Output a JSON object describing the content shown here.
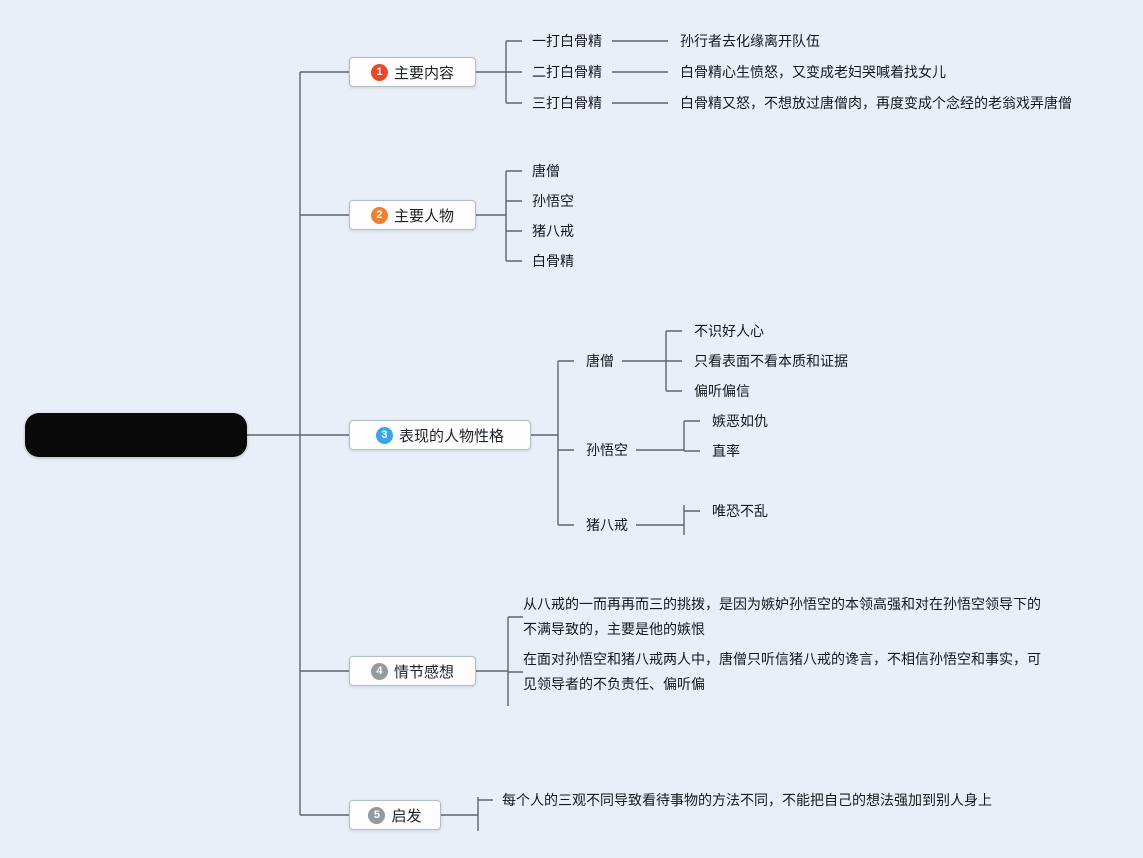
{
  "theme": {
    "background": "#e8eff8",
    "connector_color": "#5c666e",
    "node_background": "#fdfdfd",
    "node_border": "#b4bdc6"
  },
  "root": {
    "label": ""
  },
  "branches": [
    {
      "number": "1",
      "badge_color": "#e54b2a",
      "label": "主要内容",
      "children": [
        {
          "label": "一打白骨精",
          "children": [
            {
              "label": "孙行者去化缘离开队伍"
            }
          ]
        },
        {
          "label": "二打白骨精",
          "children": [
            {
              "label": "白骨精心生愤怒，又变成老妇哭喊着找女儿"
            }
          ]
        },
        {
          "label": "三打白骨精",
          "children": [
            {
              "label": "白骨精又怒，不想放过唐僧肉，再度变成个念经的老翁戏弄唐僧"
            }
          ]
        }
      ]
    },
    {
      "number": "2",
      "badge_color": "#f08031",
      "label": "主要人物",
      "children": [
        {
          "label": "唐僧"
        },
        {
          "label": "孙悟空"
        },
        {
          "label": "猪八戒"
        },
        {
          "label": "白骨精"
        }
      ]
    },
    {
      "number": "3",
      "badge_color": "#3aa4ec",
      "label": "表现的人物性格",
      "children": [
        {
          "label": "唐僧",
          "children": [
            {
              "label": "不识好人心"
            },
            {
              "label": "只看表面不看本质和证据"
            },
            {
              "label": "偏听偏信"
            }
          ]
        },
        {
          "label": "孙悟空",
          "children": [
            {
              "label": "嫉恶如仇"
            },
            {
              "label": "直率"
            }
          ]
        },
        {
          "label": "猪八戒",
          "children": [
            {
              "label": "唯恐不乱"
            }
          ]
        }
      ]
    },
    {
      "number": "4",
      "badge_color": "#939ba1",
      "label": "情节感想",
      "children": [
        {
          "label": "从八戒的一而再再而三的挑拨，是因为嫉妒孙悟空的本领高强和对在孙悟空领导下的不满导致的，主要是他的嫉恨"
        },
        {
          "label": "在面对孙悟空和猪八戒两人中，唐僧只听信猪八戒的谗言，不相信孙悟空和事实，可见领导者的不负责任、偏听偏"
        }
      ]
    },
    {
      "number": "5",
      "badge_color": "#939ba1",
      "label": "启发",
      "children": [
        {
          "label": "每个人的三观不同导致看待事物的方法不同，不能把自己的想法强加到别人身上"
        }
      ]
    }
  ]
}
